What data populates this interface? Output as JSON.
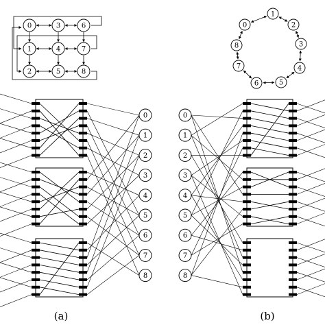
{
  "panel_a": {
    "caption": "(a)",
    "grid_labels": [
      "0",
      "3",
      "6",
      "1",
      "4",
      "7",
      "2",
      "5",
      "8"
    ],
    "node_labels": [
      "0",
      "1",
      "2",
      "3",
      "4",
      "5",
      "6",
      "7",
      "8"
    ]
  },
  "panel_b": {
    "caption": "(b)",
    "ring_labels": [
      "1",
      "2",
      "3",
      "4",
      "5",
      "6",
      "7",
      "8",
      "0"
    ],
    "node_labels": [
      "0",
      "1",
      "2",
      "3",
      "4",
      "5",
      "6",
      "7",
      "8"
    ]
  },
  "colors": {
    "line": "#000000",
    "background": "#ffffff"
  }
}
